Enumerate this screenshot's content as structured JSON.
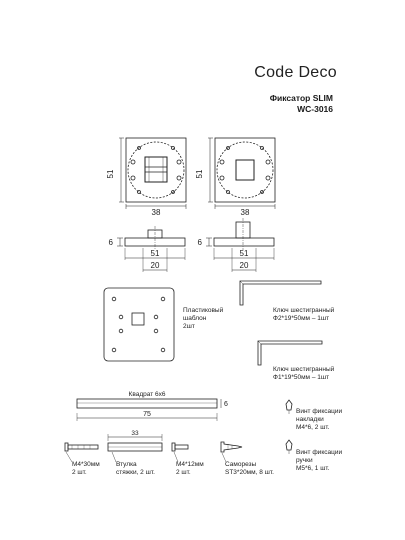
{
  "header": {
    "brand": "Code Deco",
    "product_name": "Фиксатор SLIM",
    "model": "WC-3016"
  },
  "drawings": {
    "plate_left": {
      "height_dim": "51",
      "width_dim": "38"
    },
    "plate_right": {
      "height_dim": "51",
      "width_dim": "38"
    },
    "side_left": {
      "thickness_dim": "6",
      "width_dim": "51",
      "inner_dim": "20"
    },
    "side_right": {
      "thickness_dim": "6",
      "width_dim": "51",
      "inner_dim": "20"
    }
  },
  "template": {
    "label_line1": "Пластиковый",
    "label_line2": "шаблон",
    "label_line3": "2шт"
  },
  "keys": [
    {
      "line1": "Ключ шестигранный",
      "line2": "Ф2*19*50мм – 1шт"
    },
    {
      "line1": "Ключ шестигранный",
      "line2": "Ф1*19*50мм – 1шт"
    }
  ],
  "square": {
    "title": "Квадрат 6х6",
    "length_dim": "75",
    "thickness_dim": "6"
  },
  "screws_right": [
    {
      "line1": "Винт фиксации",
      "line2": "накладки",
      "line3": "М4*6, 2 шт."
    },
    {
      "line1": "Винт фиксации",
      "line2": "ручки",
      "line3": "М5*6, 1 шт."
    }
  ],
  "hardware": [
    {
      "line1": "М4*30мм",
      "line2": "2 шт."
    },
    {
      "line1": "Втулка",
      "line2": "стяжки, 2 шт.",
      "dim": "33"
    },
    {
      "line1": "М4*12мм",
      "line2": "2 шт."
    },
    {
      "line1": "Саморезы",
      "line2": "ST3*20мм, 8 шт."
    }
  ]
}
